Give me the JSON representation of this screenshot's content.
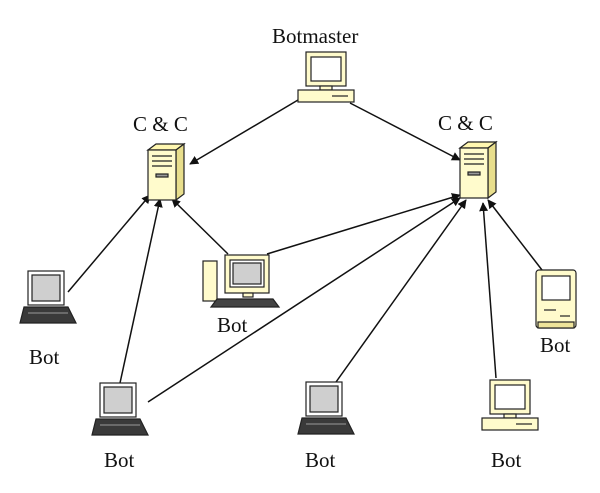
{
  "diagram": {
    "nodes": {
      "botmaster": {
        "label": "Botmaster",
        "icon": "desktop-computer-icon"
      },
      "cc_left": {
        "label": "C & C",
        "icon": "server-tower-icon"
      },
      "cc_right": {
        "label": "C & C",
        "icon": "server-tower-icon"
      },
      "bot_laptop_left": {
        "label": "Bot",
        "icon": "laptop-icon"
      },
      "bot_desktop_mid": {
        "label": "Bot",
        "icon": "desktop-workstation-icon"
      },
      "bot_laptop_bottom_left": {
        "label": "Bot",
        "icon": "laptop-icon"
      },
      "bot_laptop_bottom_mid": {
        "label": "Bot",
        "icon": "laptop-icon"
      },
      "bot_desktop_bottom_right": {
        "label": "Bot",
        "icon": "desktop-computer-icon"
      },
      "bot_mac_right": {
        "label": "Bot",
        "icon": "classic-mac-icon"
      }
    },
    "colors": {
      "device_body": "#FFFBCC",
      "screen": "#CFCFCF",
      "outline": "#222222",
      "arrow": "#111111"
    }
  }
}
